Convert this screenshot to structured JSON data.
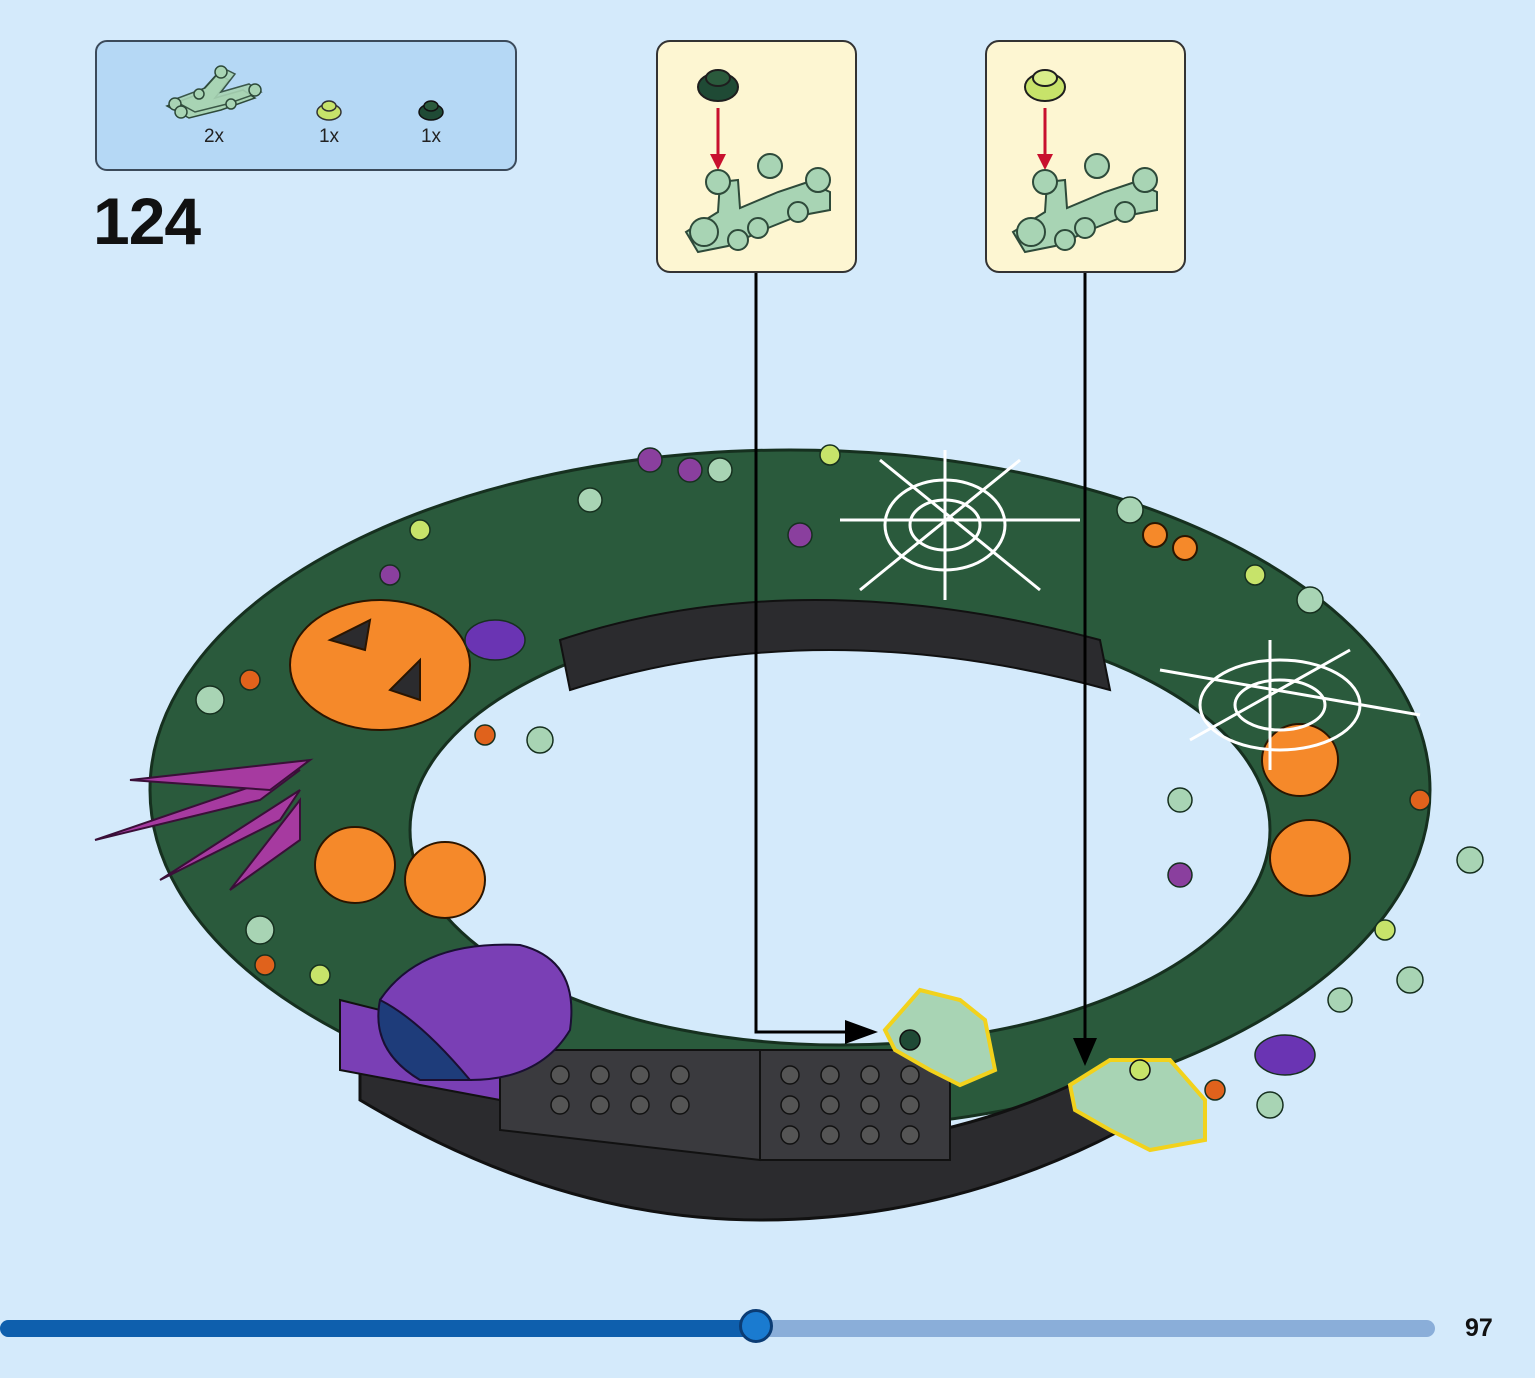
{
  "step": {
    "number": "124"
  },
  "parts": [
    {
      "qty": "2x",
      "icon": "sand-green-branch-plate-icon",
      "color": "#a8d4b4"
    },
    {
      "qty": "1x",
      "icon": "lime-round-plate-icon",
      "color": "#c7e36a"
    },
    {
      "qty": "1x",
      "icon": "dark-green-round-plate-icon",
      "color": "#1f4a35"
    }
  ],
  "callouts": [
    {
      "stud_color": "#1f4a35",
      "icon": "dark-green-round-plate-icon"
    },
    {
      "stud_color": "#c7e36a",
      "icon": "lime-round-plate-icon"
    }
  ],
  "progress": {
    "fraction": 0.527
  },
  "page": {
    "number": "97"
  },
  "colors": {
    "background": "#d4eafb",
    "arrow_red": "#c8102e",
    "highlight_yellow": "#f2d21c",
    "sand_green": "#a8d4b4",
    "dark_green": "#2a5a3c",
    "orange": "#f5892a",
    "purple": "#7a3fb5",
    "black_brick": "#2b2b2e"
  }
}
